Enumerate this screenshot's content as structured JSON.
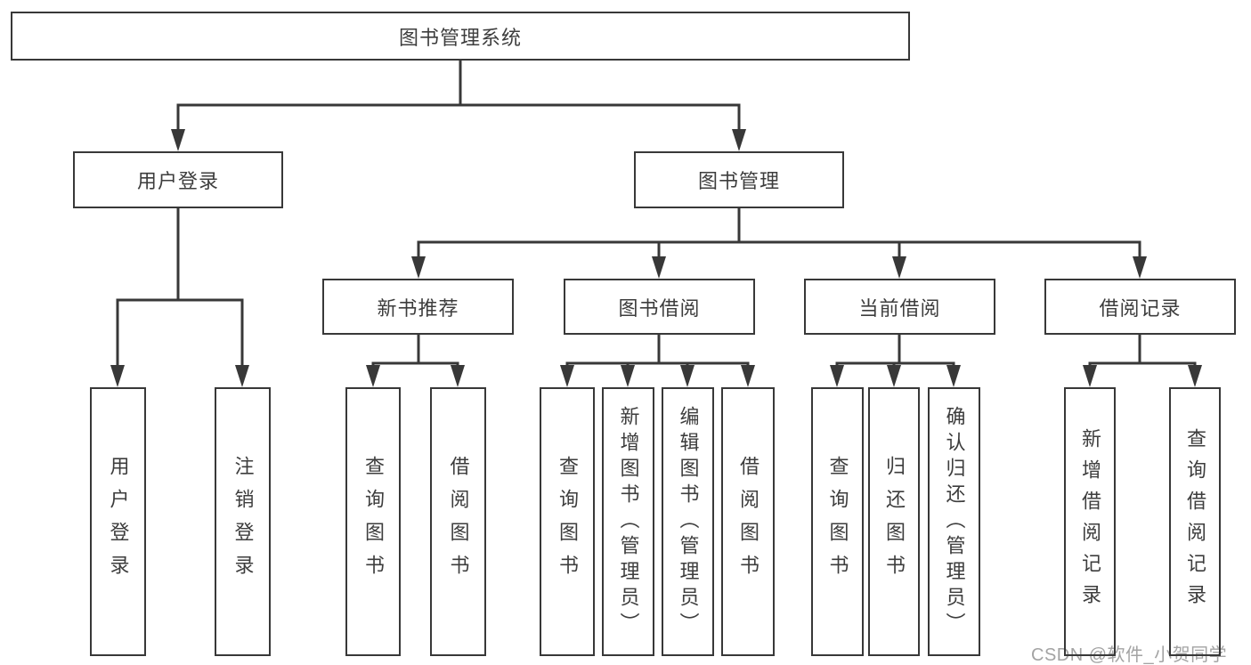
{
  "colors": {
    "background": "#ffffff",
    "line": "#383838",
    "box_border": "#383838",
    "text": "#3d3d3d",
    "watermark": "#a3a3a3"
  },
  "diagram": {
    "type": "hierarchy-tree",
    "root": {
      "label": "图书管理系统"
    },
    "level1": [
      {
        "label": "用户登录",
        "parent": "图书管理系统"
      },
      {
        "label": "图书管理",
        "parent": "图书管理系统"
      }
    ],
    "level2": [
      {
        "label": "新书推荐",
        "parent": "图书管理"
      },
      {
        "label": "图书借阅",
        "parent": "图书管理"
      },
      {
        "label": "当前借阅",
        "parent": "图书管理"
      },
      {
        "label": "借阅记录",
        "parent": "图书管理"
      }
    ],
    "leaves": [
      {
        "label": "用户登录",
        "parent": "用户登录"
      },
      {
        "label": "注销登录",
        "parent": "用户登录"
      },
      {
        "label": "查询图书",
        "parent": "新书推荐"
      },
      {
        "label": "借阅图书",
        "parent": "新书推荐"
      },
      {
        "label": "查询图书",
        "parent": "图书借阅"
      },
      {
        "label": "新增图书（管理员）",
        "parent": "图书借阅"
      },
      {
        "label": "编辑图书（管理员）",
        "parent": "图书借阅"
      },
      {
        "label": "借阅图书",
        "parent": "图书借阅"
      },
      {
        "label": "查询图书",
        "parent": "当前借阅"
      },
      {
        "label": "归还图书",
        "parent": "当前借阅"
      },
      {
        "label": "确认归还（管理员）",
        "parent": "当前借阅"
      },
      {
        "label": "新增借阅记录",
        "parent": "借阅记录"
      },
      {
        "label": "查询借阅记录",
        "parent": "借阅记录"
      }
    ]
  },
  "watermark": {
    "text": "CSDN @软件_小贺同学"
  }
}
